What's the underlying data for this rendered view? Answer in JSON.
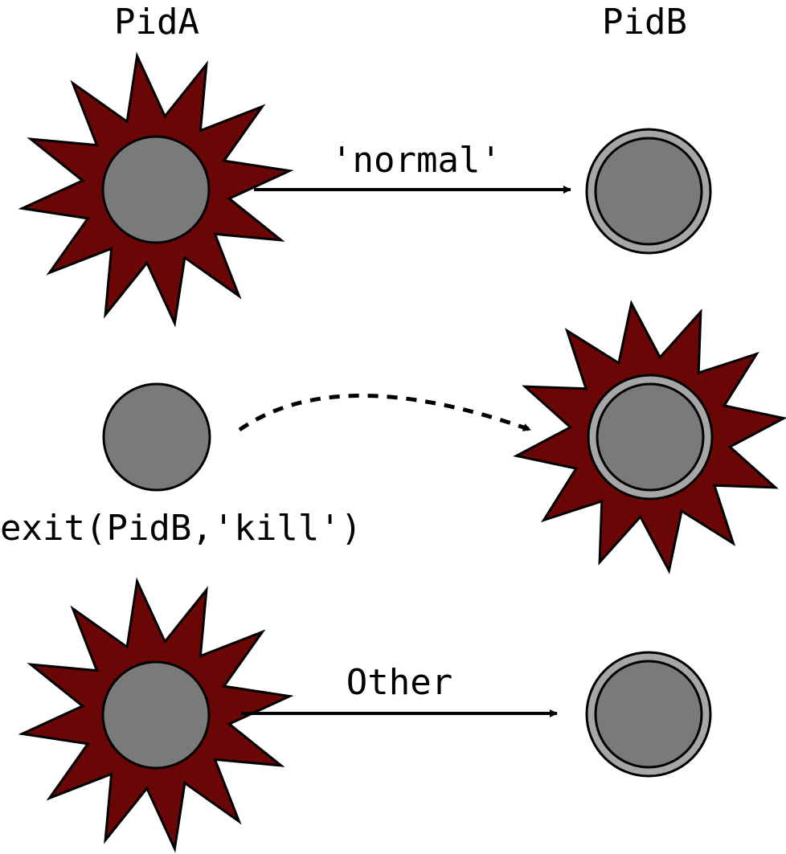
{
  "header": {
    "left_label": "PidA",
    "right_label": "PidB"
  },
  "rows": [
    {
      "message": "'normal'",
      "sender_state": "exploding",
      "receiver_state": "trapping-exits",
      "arrow_style": "solid"
    },
    {
      "message": "exit(PidB,'kill')",
      "sender_state": "alive",
      "receiver_state": "trapping-exits-exploding",
      "arrow_style": "dashed"
    },
    {
      "message": "Other",
      "sender_state": "exploding",
      "receiver_state": "trapping-exits",
      "arrow_style": "solid"
    }
  ],
  "colors": {
    "process_fill": "#7a7a7a",
    "explosion_fill": "#6b0606",
    "trap_ring": "#a6a6a6",
    "stroke": "#000000"
  },
  "icons": {
    "explosion": "explosion-icon",
    "process": "process-circle-icon",
    "trapping_process": "trapping-process-icon"
  }
}
